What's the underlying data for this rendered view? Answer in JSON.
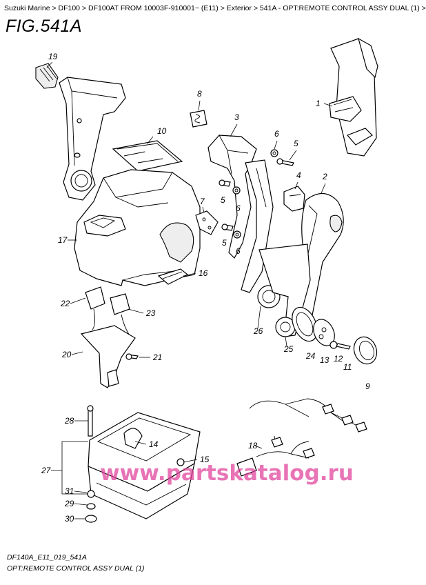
{
  "breadcrumb": {
    "items": [
      "Suzuki Marine",
      "DF100",
      "DF100AT FROM 10003F-910001~ (E11)",
      "Exterior",
      "541A - OPT:REMOTE CONTROL ASSY DUAL (1)"
    ],
    "separator": " > "
  },
  "figure": {
    "title": "FIG.541A",
    "reference_code": "DF140A_E11_019_541A",
    "caption": "OPT:REMOTE CONTROL ASSY DUAL (1)"
  },
  "callouts": [
    "1",
    "2",
    "3",
    "4",
    "5",
    "5",
    "5",
    "6",
    "6",
    "6",
    "7",
    "8",
    "9",
    "10",
    "11",
    "12",
    "13",
    "14",
    "15",
    "16",
    "17",
    "18",
    "19",
    "20",
    "21",
    "22",
    "23",
    "24",
    "25",
    "26",
    "27",
    "28",
    "29",
    "30",
    "31"
  ],
  "watermark": "www.partskatalog.ru",
  "colors": {
    "watermark": "#e0409a",
    "line": "#000000",
    "background": "#ffffff"
  }
}
